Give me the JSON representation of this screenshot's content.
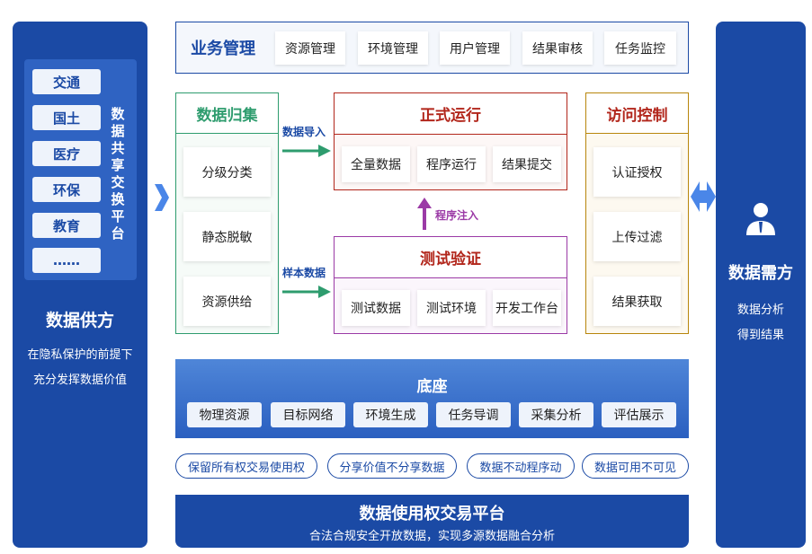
{
  "supplier": {
    "sectors": [
      "交通",
      "国土",
      "医疗",
      "环保",
      "教育",
      "……"
    ],
    "platform_label": "数据共享交换平台",
    "title": "数据供方",
    "desc_line1": "在隐私保护的前提下",
    "desc_line2": "充分发挥数据价值"
  },
  "demand": {
    "title": "数据需方",
    "line1": "数据分析",
    "line2": "得到结果"
  },
  "business": {
    "title": "业务管理",
    "items": [
      "资源管理",
      "环境管理",
      "用户管理",
      "结果审核",
      "任务监控"
    ]
  },
  "collection": {
    "title": "数据归集",
    "items": [
      "分级分类",
      "静态脱敏",
      "资源供给"
    ]
  },
  "arrows": {
    "import_label": "数据导入",
    "sample_label": "样本数据",
    "inject_label": "程序注入"
  },
  "formal": {
    "title": "正式运行",
    "items": [
      "全量数据",
      "程序运行",
      "结果提交"
    ]
  },
  "test": {
    "title": "测试验证",
    "items": [
      "测试数据",
      "测试环境",
      "开发工作台"
    ]
  },
  "access": {
    "title": "访问控制",
    "items": [
      "认证授权",
      "上传过滤",
      "结果获取"
    ]
  },
  "base": {
    "title": "底座",
    "items": [
      "物理资源",
      "目标网络",
      "环境生成",
      "任务导调",
      "采集分析",
      "评估展示"
    ]
  },
  "principles": [
    "保留所有权交易使用权",
    "分享价值不分享数据",
    "数据不动程序动",
    "数据可用不可见"
  ],
  "platform": {
    "title": "数据使用权交易平台",
    "subtitle": "合法合规安全开放数据，实现多源数据融合分析"
  },
  "colors": {
    "primary": "#1b4aa5",
    "green": "#2e9c6e",
    "red": "#b2261b",
    "purple": "#9b3aa6",
    "gold": "#b8860b"
  },
  "icons": {
    "user": "user-icon",
    "exchange": "double-arrow-icon",
    "right_arrow": "chevron-right-icon"
  }
}
